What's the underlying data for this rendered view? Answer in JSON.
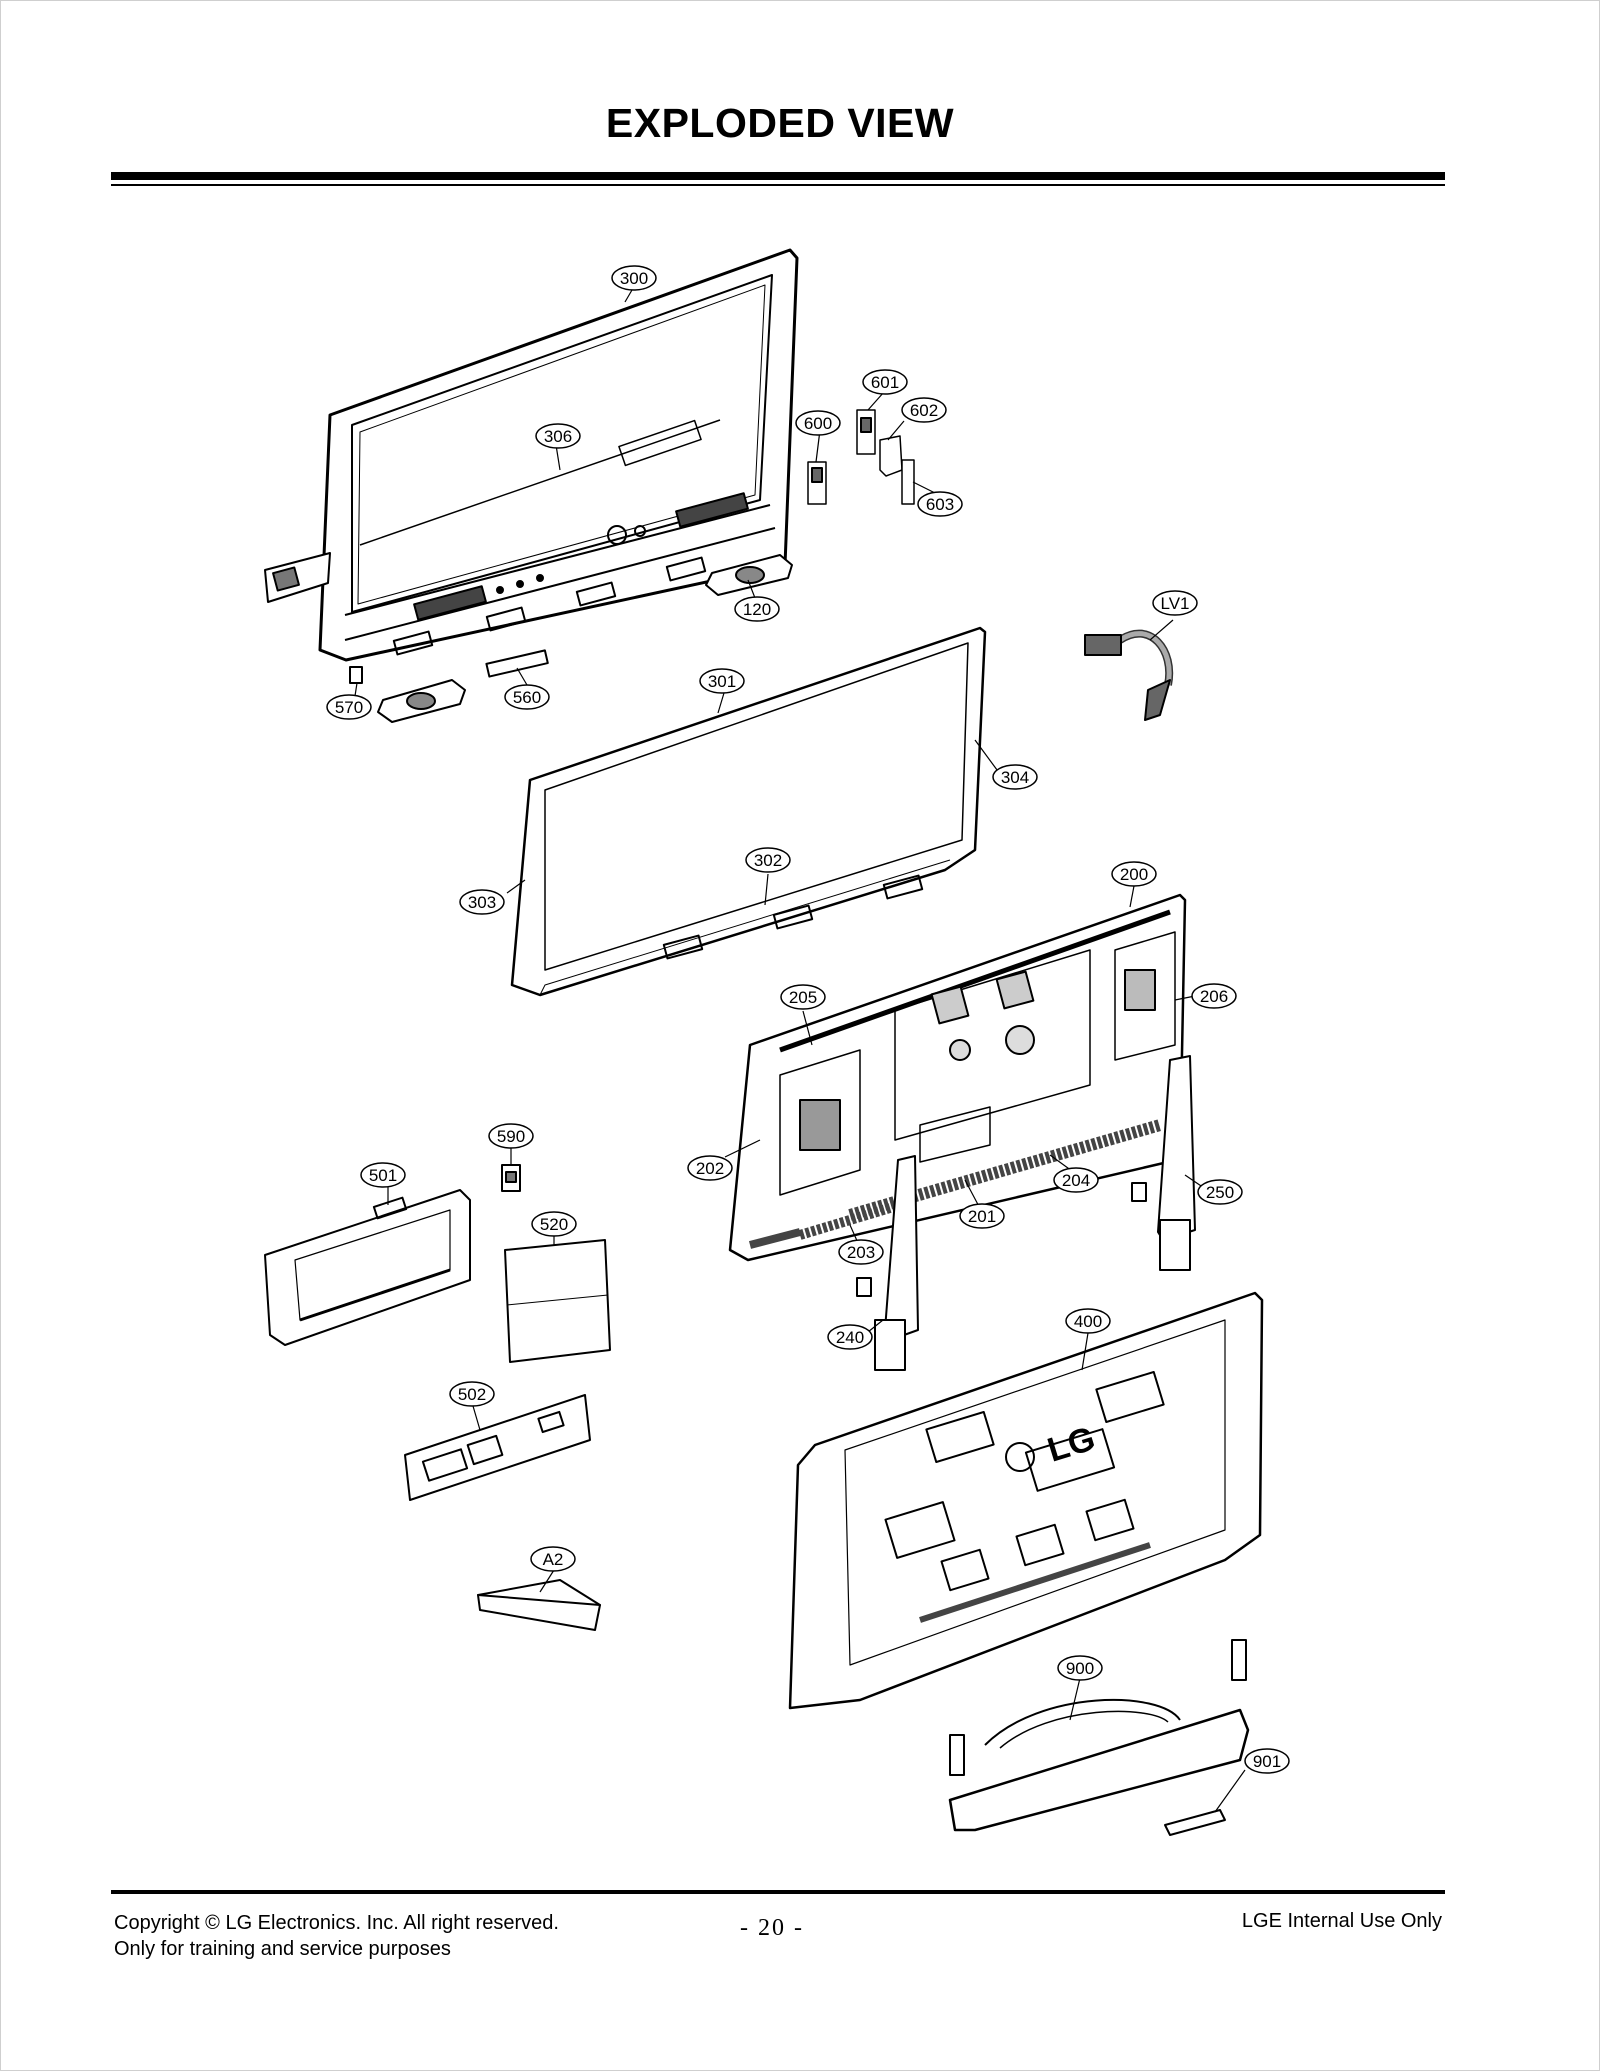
{
  "page": {
    "title": "EXPLODED VIEW",
    "page_number": "- 20 -"
  },
  "footer": {
    "copyright": "Copyright © LG Electronics. Inc. All right reserved.",
    "purpose": "Only for training and service purposes",
    "notice": "LGE Internal Use Only"
  },
  "diagram": {
    "part_labels": {
      "p300": "300",
      "p306": "306",
      "p600": "600",
      "p601": "601",
      "p602": "602",
      "p603": "603",
      "p120": "120",
      "p570": "570",
      "p560": "560",
      "pLV1": "LV1",
      "p301": "301",
      "p304": "304",
      "p302": "302",
      "p303": "303",
      "p200": "200",
      "p205": "205",
      "p206": "206",
      "p202": "202",
      "p204": "204",
      "p201": "201",
      "p203": "203",
      "p250": "250",
      "p590": "590",
      "p501": "501",
      "p520": "520",
      "p240": "240",
      "p400": "400",
      "p502": "502",
      "pA2": "A2",
      "p900": "900",
      "p901": "901"
    },
    "logo_text": "LG"
  }
}
